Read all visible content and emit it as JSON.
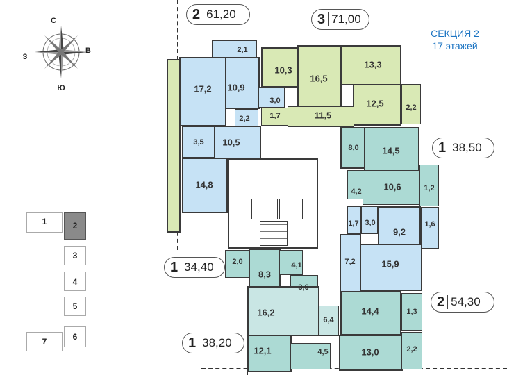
{
  "section": {
    "title": "СЕКЦИЯ 2",
    "floors": "17 этажей"
  },
  "compass": {
    "north": "С",
    "south": "Ю",
    "west": "З",
    "east": "В"
  },
  "colors": {
    "blue": "#c6e2f5",
    "green": "#d9e9b5",
    "teal": "#acdad4",
    "wall": "#3a3a3a",
    "accent": "#1a73c2"
  },
  "apartments": [
    {
      "rooms": "2",
      "area": "61,20"
    },
    {
      "rooms": "3",
      "area": "71,00"
    },
    {
      "rooms": "1",
      "area": "38,50"
    },
    {
      "rooms": "1",
      "area": "34,40"
    },
    {
      "rooms": "2",
      "area": "54,30"
    },
    {
      "rooms": "1",
      "area": "38,20"
    }
  ],
  "rooms": [
    "2,1",
    "17,2",
    "10,9",
    "3,0",
    "2,2",
    "3,5",
    "10,5",
    "14,8",
    "10,3",
    "16,5",
    "13,3",
    "12,5",
    "2,2",
    "1,7",
    "11,5",
    "8,0",
    "14,5",
    "4,2",
    "10,6",
    "1,2",
    "1,7",
    "3,0",
    "9,2",
    "1,6",
    "7,2",
    "15,9",
    "2,0",
    "8,3",
    "4,1",
    "3,6",
    "16,2",
    "6,4",
    "14,4",
    "1,3",
    "12,1",
    "4,5",
    "13,0",
    "2,2"
  ],
  "keyplan": [
    "1",
    "2",
    "3",
    "4",
    "5",
    "6",
    "7"
  ]
}
